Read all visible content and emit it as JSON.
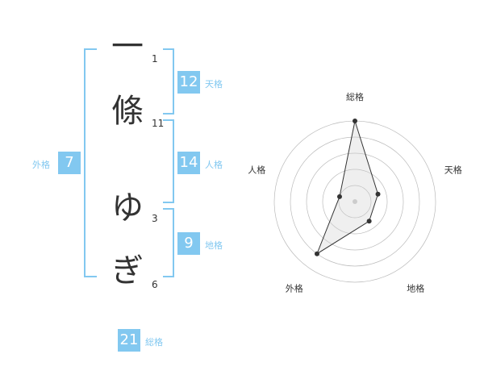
{
  "name_chars": [
    {
      "char": "一",
      "strokes": "1"
    },
    {
      "char": "條",
      "strokes": "11"
    },
    {
      "char": "ゆ",
      "strokes": "3"
    },
    {
      "char": "ぎ",
      "strokes": "6"
    }
  ],
  "kaku": {
    "tenkaku": {
      "value": "12",
      "label": "天格"
    },
    "jinkaku": {
      "value": "14",
      "label": "人格"
    },
    "chikaku": {
      "value": "9",
      "label": "地格"
    },
    "gaikaku": {
      "value": "7",
      "label": "外格"
    },
    "soukaku": {
      "value": "21",
      "label": "総格"
    }
  },
  "colors": {
    "accent": "#82c8f0",
    "text": "#333333"
  },
  "chart_data": {
    "type": "radar",
    "axes": [
      "総格",
      "天格",
      "地格",
      "外格",
      "人格"
    ],
    "values": [
      5,
      1.5,
      1.5,
      4,
      1
    ],
    "rlim": [
      0,
      5
    ]
  }
}
